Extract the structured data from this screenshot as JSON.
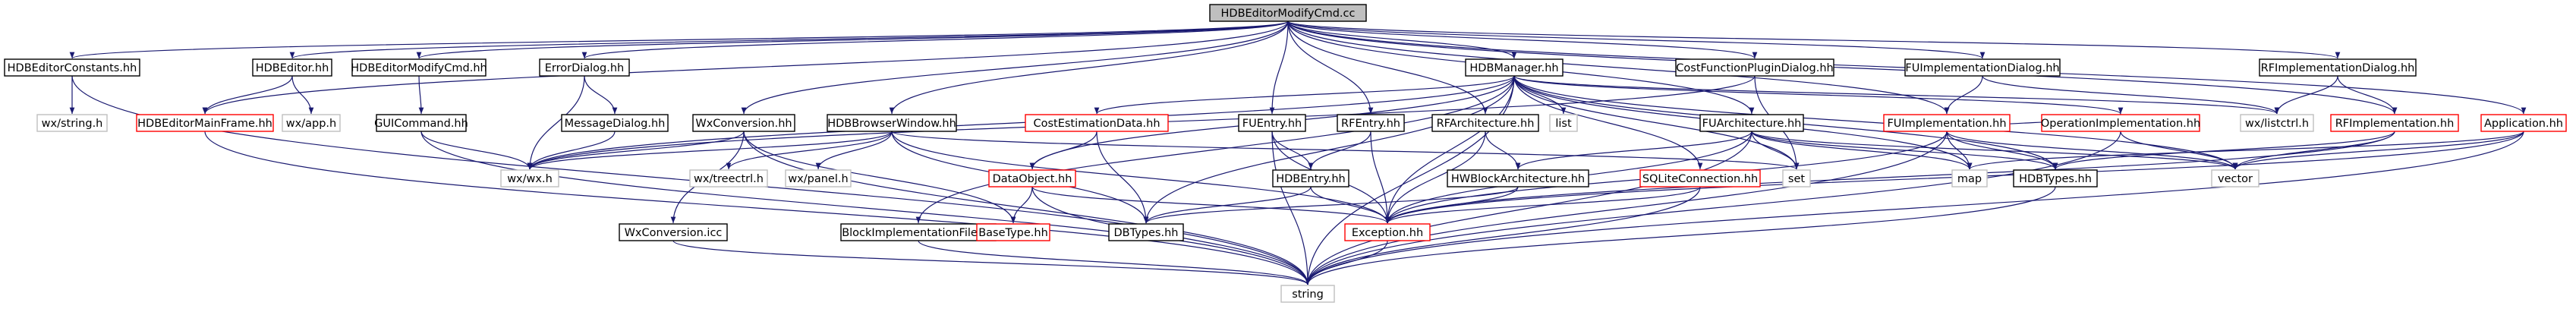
{
  "colors": {
    "root_fill": "#bfbfbf",
    "normal_border": "#000000",
    "highlight_border": "#ff0000",
    "external_border": "#bfbfbf",
    "edge": "#191970",
    "text": "#000000"
  },
  "graph": {
    "root": "HDBEditorModifyCmd.cc",
    "nodes": {
      "root": {
        "label": "HDBEditorModifyCmd.cc",
        "kind": "root"
      },
      "HDBEditorConstants": {
        "label": "HDBEditorConstants.hh",
        "kind": "normal"
      },
      "HDBEditorH": {
        "label": "HDBEditor.hh",
        "kind": "normal"
      },
      "HDBEditorModifyCmdH": {
        "label": "HDBEditorModifyCmd.hh",
        "kind": "normal"
      },
      "ErrorDialog": {
        "label": "ErrorDialog.hh",
        "kind": "normal"
      },
      "HDBManager": {
        "label": "HDBManager.hh",
        "kind": "normal"
      },
      "CostFunctionPluginDialog": {
        "label": "CostFunctionPluginDialog.hh",
        "kind": "normal"
      },
      "FUImplementationDialog": {
        "label": "FUImplementationDialog.hh",
        "kind": "normal"
      },
      "RFImplementationDialog": {
        "label": "RFImplementationDialog.hh",
        "kind": "normal"
      },
      "wxstring": {
        "label": "wx/string.h",
        "kind": "external"
      },
      "HDBEditorMainFrame": {
        "label": "HDBEditorMainFrame.hh",
        "kind": "highlight"
      },
      "wxapp": {
        "label": "wx/app.h",
        "kind": "external"
      },
      "GUICommand": {
        "label": "GUICommand.hh",
        "kind": "normal"
      },
      "MessageDialog": {
        "label": "MessageDialog.hh",
        "kind": "normal"
      },
      "WxConversionH": {
        "label": "WxConversion.hh",
        "kind": "normal"
      },
      "HDBBrowserWindow": {
        "label": "HDBBrowserWindow.hh",
        "kind": "normal"
      },
      "CostEstimationData": {
        "label": "CostEstimationData.hh",
        "kind": "highlight"
      },
      "FUEntry": {
        "label": "FUEntry.hh",
        "kind": "normal"
      },
      "RFEntry": {
        "label": "RFEntry.hh",
        "kind": "normal"
      },
      "RFArchitecture": {
        "label": "RFArchitecture.hh",
        "kind": "normal"
      },
      "list": {
        "label": "list",
        "kind": "external"
      },
      "FUArchitecture": {
        "label": "FUArchitecture.hh",
        "kind": "normal"
      },
      "FUImplementation": {
        "label": "FUImplementation.hh",
        "kind": "highlight"
      },
      "OperationImplementation": {
        "label": "OperationImplementation.hh",
        "kind": "highlight"
      },
      "wxlistctrl": {
        "label": "wx/listctrl.h",
        "kind": "external"
      },
      "RFImplementation": {
        "label": "RFImplementation.hh",
        "kind": "highlight"
      },
      "Application": {
        "label": "Application.hh",
        "kind": "highlight"
      },
      "wxwx": {
        "label": "wx/wx.h",
        "kind": "external"
      },
      "wxtreectrl": {
        "label": "wx/treectrl.h",
        "kind": "external"
      },
      "wxpanel": {
        "label": "wx/panel.h",
        "kind": "external"
      },
      "DataObject": {
        "label": "DataObject.hh",
        "kind": "highlight"
      },
      "HDBEntry": {
        "label": "HDBEntry.hh",
        "kind": "normal"
      },
      "HWBlockArchitecture": {
        "label": "HWBlockArchitecture.hh",
        "kind": "normal"
      },
      "SQLiteConnection": {
        "label": "SQLiteConnection.hh",
        "kind": "highlight"
      },
      "set": {
        "label": "set",
        "kind": "external"
      },
      "map": {
        "label": "map",
        "kind": "external"
      },
      "HDBTypes": {
        "label": "HDBTypes.hh",
        "kind": "normal"
      },
      "vector": {
        "label": "vector",
        "kind": "external"
      },
      "WxConversionIcc": {
        "label": "WxConversion.icc",
        "kind": "normal"
      },
      "BlockImplementationFile": {
        "label": "BlockImplementationFile.hh",
        "kind": "normal"
      },
      "BaseType": {
        "label": "BaseType.hh",
        "kind": "highlight"
      },
      "DBTypes": {
        "label": "DBTypes.hh",
        "kind": "normal"
      },
      "Exception": {
        "label": "Exception.hh",
        "kind": "highlight"
      },
      "string": {
        "label": "string",
        "kind": "external"
      }
    },
    "edges": [
      [
        "root",
        "HDBEditorConstants"
      ],
      [
        "root",
        "HDBEditorH"
      ],
      [
        "root",
        "HDBEditorModifyCmdH"
      ],
      [
        "root",
        "ErrorDialog"
      ],
      [
        "root",
        "HDBManager"
      ],
      [
        "root",
        "CostFunctionPluginDialog"
      ],
      [
        "root",
        "FUImplementationDialog"
      ],
      [
        "root",
        "RFImplementationDialog"
      ],
      [
        "root",
        "HDBEditorMainFrame"
      ],
      [
        "root",
        "WxConversionH"
      ],
      [
        "root",
        "HDBBrowserWindow"
      ],
      [
        "root",
        "FUEntry"
      ],
      [
        "root",
        "RFEntry"
      ],
      [
        "root",
        "RFArchitecture"
      ],
      [
        "root",
        "FUArchitecture"
      ],
      [
        "root",
        "FUImplementation"
      ],
      [
        "root",
        "RFImplementation"
      ],
      [
        "root",
        "Application"
      ],
      [
        "HDBEditorConstants",
        "wxstring"
      ],
      [
        "HDBEditorConstants",
        "string"
      ],
      [
        "HDBEditorH",
        "wxapp"
      ],
      [
        "HDBEditorH",
        "HDBEditorMainFrame"
      ],
      [
        "HDBEditorModifyCmdH",
        "GUICommand"
      ],
      [
        "GUICommand",
        "wxwx"
      ],
      [
        "GUICommand",
        "string"
      ],
      [
        "ErrorDialog",
        "MessageDialog"
      ],
      [
        "ErrorDialog",
        "wxwx"
      ],
      [
        "MessageDialog",
        "wxwx"
      ],
      [
        "HDBEditorMainFrame",
        "string"
      ],
      [
        "WxConversionH",
        "wxwx"
      ],
      [
        "WxConversionH",
        "string"
      ],
      [
        "WxConversionH",
        "WxConversionIcc"
      ],
      [
        "WxConversionH",
        "BaseType"
      ],
      [
        "WxConversionIcc",
        "string"
      ],
      [
        "HDBBrowserWindow",
        "wxwx"
      ],
      [
        "HDBBrowserWindow",
        "wxtreectrl"
      ],
      [
        "HDBBrowserWindow",
        "wxpanel"
      ],
      [
        "HDBBrowserWindow",
        "set"
      ],
      [
        "HDBBrowserWindow",
        "DBTypes"
      ],
      [
        "HDBBrowserWindow",
        "Exception"
      ],
      [
        "HDBManager",
        "wxwx"
      ],
      [
        "HDBManager",
        "list"
      ],
      [
        "HDBManager",
        "CostEstimationData"
      ],
      [
        "HDBManager",
        "DataObject"
      ],
      [
        "HDBManager",
        "BlockImplementationFile"
      ],
      [
        "HDBManager",
        "DBTypes"
      ],
      [
        "HDBManager",
        "SQLiteConnection"
      ],
      [
        "HDBManager",
        "set"
      ],
      [
        "HDBManager",
        "map"
      ],
      [
        "HDBManager",
        "HDBTypes"
      ],
      [
        "HDBManager",
        "vector"
      ],
      [
        "HDBManager",
        "Exception"
      ],
      [
        "HDBManager",
        "string"
      ],
      [
        "HDBManager",
        "wxlistctrl"
      ],
      [
        "HDBManager",
        "OperationImplementation"
      ],
      [
        "CostEstimationData",
        "DataObject"
      ],
      [
        "CostEstimationData",
        "DBTypes"
      ],
      [
        "DataObject",
        "BaseType"
      ],
      [
        "DataObject",
        "Exception"
      ],
      [
        "DataObject",
        "string"
      ],
      [
        "FUEntry",
        "HDBEntry"
      ],
      [
        "FUEntry",
        "Exception"
      ],
      [
        "FUEntry",
        "string"
      ],
      [
        "RFEntry",
        "HDBEntry"
      ],
      [
        "RFEntry",
        "Exception"
      ],
      [
        "HDBEntry",
        "DBTypes"
      ],
      [
        "HDBEntry",
        "Exception"
      ],
      [
        "RFArchitecture",
        "HWBlockArchitecture"
      ],
      [
        "RFArchitecture",
        "Exception"
      ],
      [
        "HWBlockArchitecture",
        "DBTypes"
      ],
      [
        "HWBlockArchitecture",
        "Exception"
      ],
      [
        "FUArchitecture",
        "HWBlockArchitecture"
      ],
      [
        "FUArchitecture",
        "set"
      ],
      [
        "FUArchitecture",
        "map"
      ],
      [
        "FUArchitecture",
        "HDBTypes"
      ],
      [
        "FUArchitecture",
        "vector"
      ],
      [
        "FUArchitecture",
        "Exception"
      ],
      [
        "FUArchitecture",
        "string"
      ],
      [
        "FUImplementation",
        "map"
      ],
      [
        "FUImplementation",
        "HDBTypes"
      ],
      [
        "FUImplementation",
        "vector"
      ],
      [
        "FUImplementation",
        "Exception"
      ],
      [
        "FUImplementation",
        "string"
      ],
      [
        "FUImplementation",
        "OperationImplementation"
      ],
      [
        "OperationImplementation",
        "vector"
      ],
      [
        "OperationImplementation",
        "string"
      ],
      [
        "RFImplementation",
        "HDBTypes"
      ],
      [
        "RFImplementation",
        "vector"
      ],
      [
        "RFImplementation",
        "Exception"
      ],
      [
        "Application",
        "vector"
      ],
      [
        "Application",
        "map"
      ],
      [
        "Application",
        "string"
      ],
      [
        "Application",
        "Exception"
      ],
      [
        "CostFunctionPluginDialog",
        "wxwx"
      ],
      [
        "CostFunctionPluginDialog",
        "set"
      ],
      [
        "FUImplementationDialog",
        "FUImplementation"
      ],
      [
        "FUImplementationDialog",
        "wxlistctrl"
      ],
      [
        "RFImplementationDialog",
        "RFImplementation"
      ],
      [
        "RFImplementationDialog",
        "wxlistctrl"
      ],
      [
        "SQLiteConnection",
        "string"
      ],
      [
        "SQLiteConnection",
        "Exception"
      ],
      [
        "BlockImplementationFile",
        "string"
      ],
      [
        "HDBTypes",
        "string"
      ],
      [
        "Exception",
        "string"
      ]
    ]
  }
}
